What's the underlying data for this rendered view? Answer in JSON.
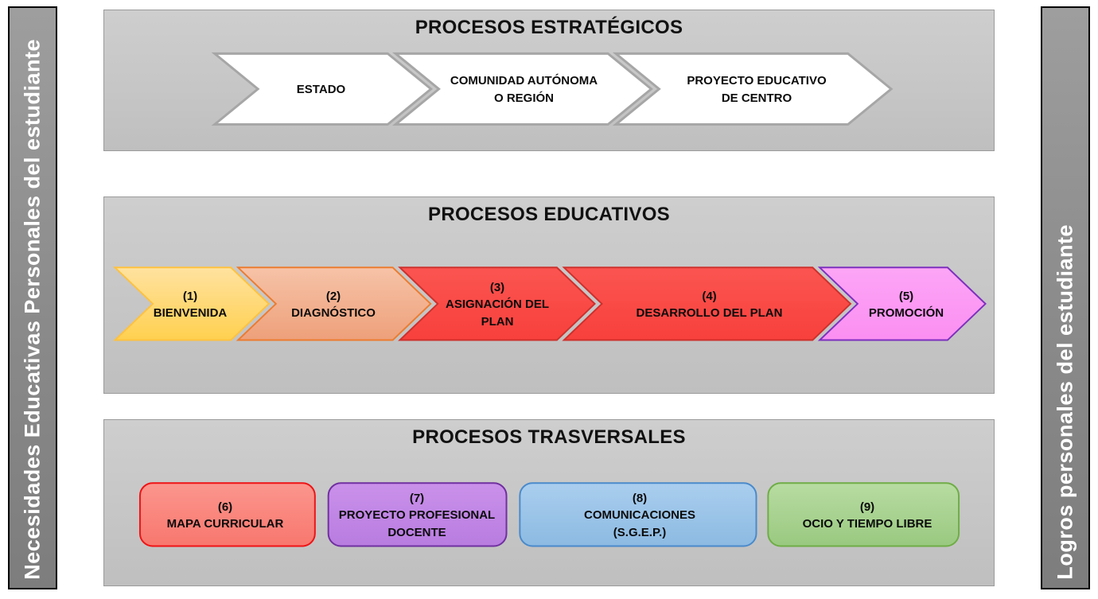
{
  "left_bar": {
    "text": "Necesidades Educativas Personales del estudiante",
    "text_color": "#FFFFFF",
    "fill": "#8A8A8A",
    "border": "#000000"
  },
  "right_bar": {
    "text": "Logros personales del estudiante",
    "text_color": "#FFFFFF",
    "fill": "#8A8A8A",
    "border": "#000000"
  },
  "panels": {
    "estrategicos": {
      "title": "PROCESOS ESTRATÉGICOS",
      "arrows": [
        {
          "fill": "#FFFFFF",
          "border": "#A6A6A6",
          "lines": [
            "ESTADO"
          ]
        },
        {
          "fill": "#FFFFFF",
          "border": "#A6A6A6",
          "lines": [
            "COMUNIDAD AUTÓNOMA",
            "O REGIÓN"
          ]
        },
        {
          "fill": "#FFFFFF",
          "border": "#A6A6A6",
          "lines": [
            "PROYECTO EDUCATIVO",
            "DE CENTRO"
          ]
        }
      ]
    },
    "educativos": {
      "title": "PROCESOS EDUCATIVOS",
      "arrows": [
        {
          "fill_top": "#FFE2A0",
          "fill_bottom": "#FFD04F",
          "border": "#FFC13F",
          "lines": [
            "(1)",
            "BIENVENIDA"
          ]
        },
        {
          "fill_top": "#F6C3A8",
          "fill_bottom": "#EEA07A",
          "border": "#EC7C30",
          "lines": [
            "(2)",
            "DIAGNÓSTICO"
          ]
        },
        {
          "fill_top": "#FB5551",
          "fill_bottom": "#F8403C",
          "border": "#CE302C",
          "lines": [
            "(3)",
            "ASIGNACIÓN DEL",
            "PLAN"
          ]
        },
        {
          "fill_top": "#FB5551",
          "fill_bottom": "#F8403C",
          "border": "#CE302C",
          "lines": [
            "(4)",
            "DESARROLLO DEL PLAN"
          ]
        },
        {
          "fill_top": "#FCA5F6",
          "fill_bottom": "#FB8FF2",
          "border": "#7D30BE",
          "lines": [
            "(5)",
            "PROMOCIÓN"
          ]
        }
      ]
    },
    "trasversales": {
      "title": "PROCESOS TRASVERSALES",
      "boxes": [
        {
          "fill_top": "#FB968E",
          "fill_bottom": "#F8776E",
          "border": "#EF1315",
          "lines": [
            "(6)",
            "MAPA CURRICULAR"
          ]
        },
        {
          "fill_top": "#CA91EA",
          "fill_bottom": "#B87CE0",
          "border": "#7030A0",
          "lines": [
            "(7)",
            "PROYECTO PROFESIONAL",
            "DOCENTE"
          ]
        },
        {
          "fill_top": "#AACEEE",
          "fill_bottom": "#8CBAE2",
          "border": "#4A8ACB",
          "lines": [
            "(8)",
            "COMUNICACIONES",
            "(S.G.E.P.)"
          ]
        },
        {
          "fill_top": "#B8DCA2",
          "fill_bottom": "#99C980",
          "border": "#6FAD46",
          "lines": [
            "(9)",
            "OCIO Y TIEMPO LIBRE"
          ]
        }
      ]
    }
  }
}
